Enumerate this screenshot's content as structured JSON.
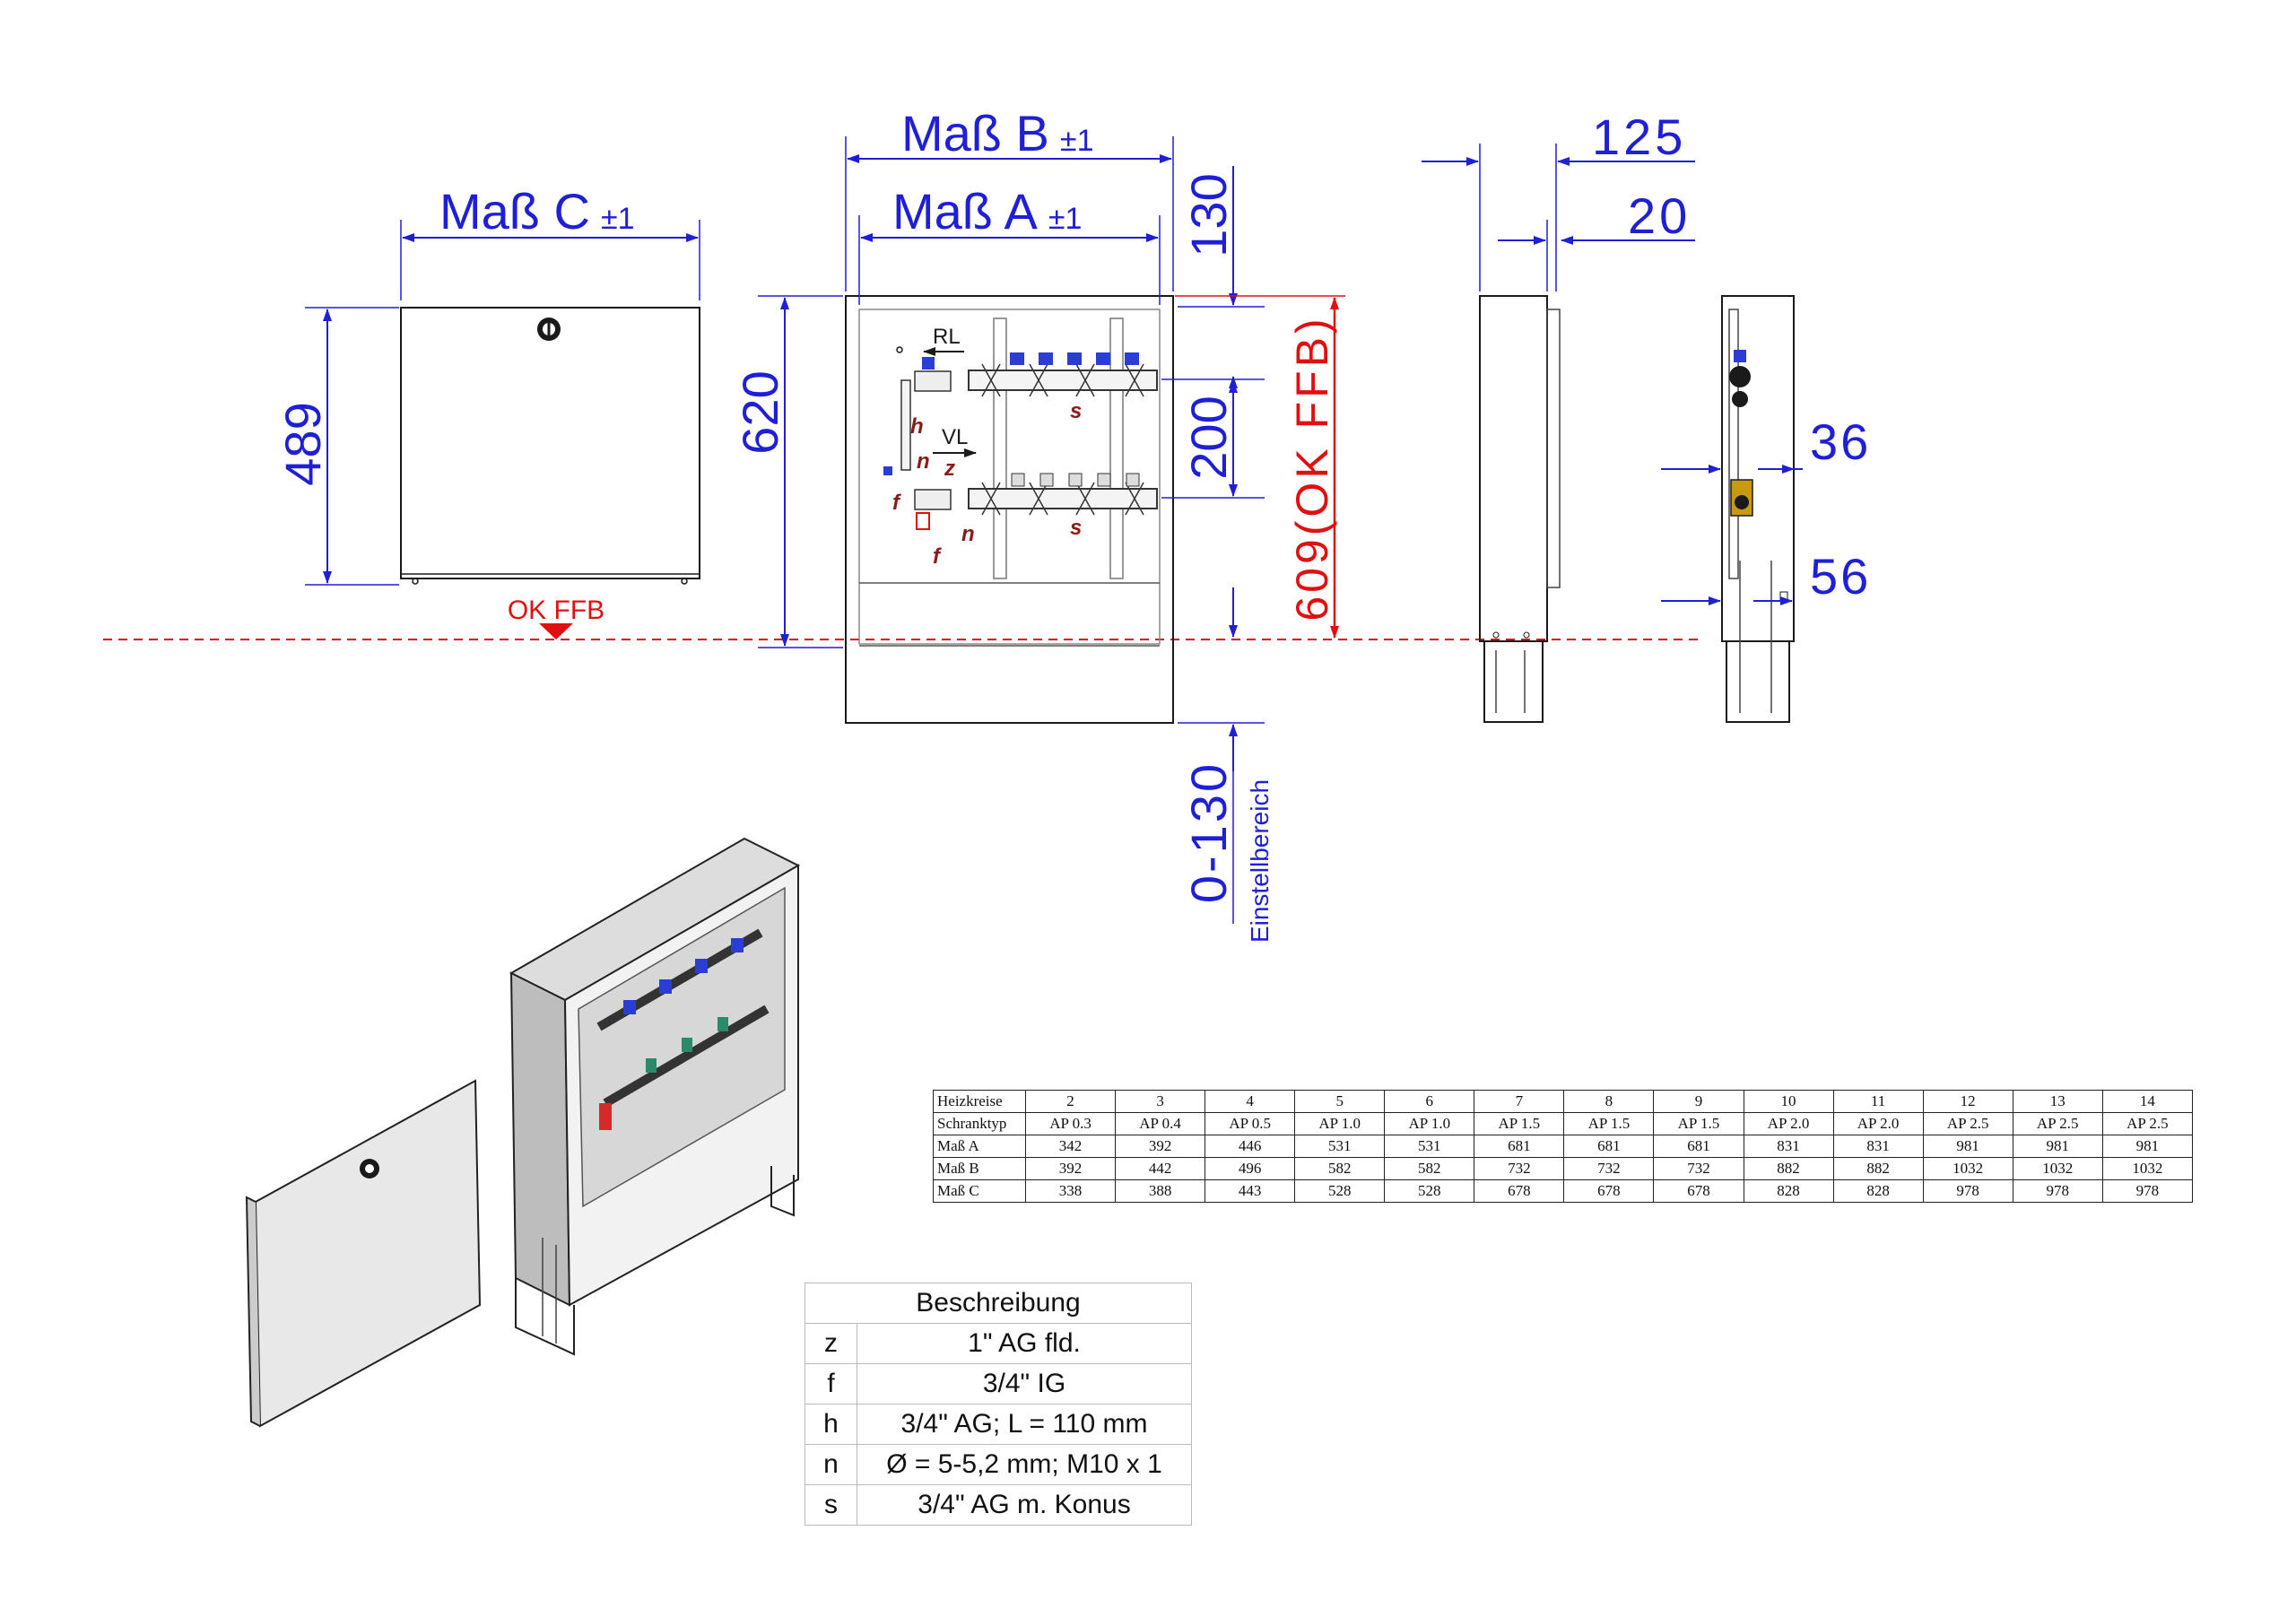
{
  "dimensions": {
    "mass_c": "Maß C",
    "mass_b": "Maß B",
    "mass_a": "Maß A",
    "tolerance": "±1",
    "h489": "489",
    "h620": "620",
    "d130": "130",
    "d200": "200",
    "d609": "609(OK FFB)",
    "d0_130": "0-130",
    "einstellbereich": "Einstellbereich",
    "d125": "125",
    "d20": "20",
    "d36": "36",
    "d56": "56",
    "ok_ffb": "OK FFB"
  },
  "labels": {
    "rl": "RL",
    "vl": "VL",
    "h": "h",
    "n": "n",
    "f": "f",
    "z": "z",
    "s": "s"
  },
  "spec_table": {
    "row_headers": [
      "Heizkreise",
      "Schranktyp",
      "Maß A",
      "Maß B",
      "Maß C"
    ],
    "columns": [
      {
        "heizkreise": "2",
        "schranktyp": "AP 0.3",
        "mass_a": "342",
        "mass_b": "392",
        "mass_c": "338"
      },
      {
        "heizkreise": "3",
        "schranktyp": "AP 0.4",
        "mass_a": "392",
        "mass_b": "442",
        "mass_c": "388"
      },
      {
        "heizkreise": "4",
        "schranktyp": "AP 0.5",
        "mass_a": "446",
        "mass_b": "496",
        "mass_c": "443"
      },
      {
        "heizkreise": "5",
        "schranktyp": "AP 1.0",
        "mass_a": "531",
        "mass_b": "582",
        "mass_c": "528"
      },
      {
        "heizkreise": "6",
        "schranktyp": "AP 1.0",
        "mass_a": "531",
        "mass_b": "582",
        "mass_c": "528"
      },
      {
        "heizkreise": "7",
        "schranktyp": "AP 1.5",
        "mass_a": "681",
        "mass_b": "732",
        "mass_c": "678"
      },
      {
        "heizkreise": "8",
        "schranktyp": "AP 1.5",
        "mass_a": "681",
        "mass_b": "732",
        "mass_c": "678"
      },
      {
        "heizkreise": "9",
        "schranktyp": "AP 1.5",
        "mass_a": "681",
        "mass_b": "732",
        "mass_c": "678"
      },
      {
        "heizkreise": "10",
        "schranktyp": "AP 2.0",
        "mass_a": "831",
        "mass_b": "882",
        "mass_c": "828"
      },
      {
        "heizkreise": "11",
        "schranktyp": "AP 2.0",
        "mass_a": "831",
        "mass_b": "882",
        "mass_c": "828"
      },
      {
        "heizkreise": "12",
        "schranktyp": "AP 2.5",
        "mass_a": "981",
        "mass_b": "1032",
        "mass_c": "978"
      },
      {
        "heizkreise": "13",
        "schranktyp": "AP 2.5",
        "mass_a": "981",
        "mass_b": "1032",
        "mass_c": "978"
      },
      {
        "heizkreise": "14",
        "schranktyp": "AP 2.5",
        "mass_a": "981",
        "mass_b": "1032",
        "mass_c": "978"
      }
    ]
  },
  "desc_table": {
    "header": "Beschreibung",
    "rows": [
      {
        "key": "z",
        "value": "1\" AG fld."
      },
      {
        "key": "f",
        "value": "3/4\" IG"
      },
      {
        "key": "h",
        "value": "3/4\" AG; L = 110 mm"
      },
      {
        "key": "n",
        "value": "Ø = 5-5,2 mm; M10 x 1"
      },
      {
        "key": "s",
        "value": "3/4\" AG m. Konus"
      }
    ]
  },
  "colors": {
    "dimension_blue": "#1f1fd6",
    "floor_red": "#e01010",
    "label_maroon": "#8b1a1a",
    "line_black": "#1a1a1a"
  }
}
